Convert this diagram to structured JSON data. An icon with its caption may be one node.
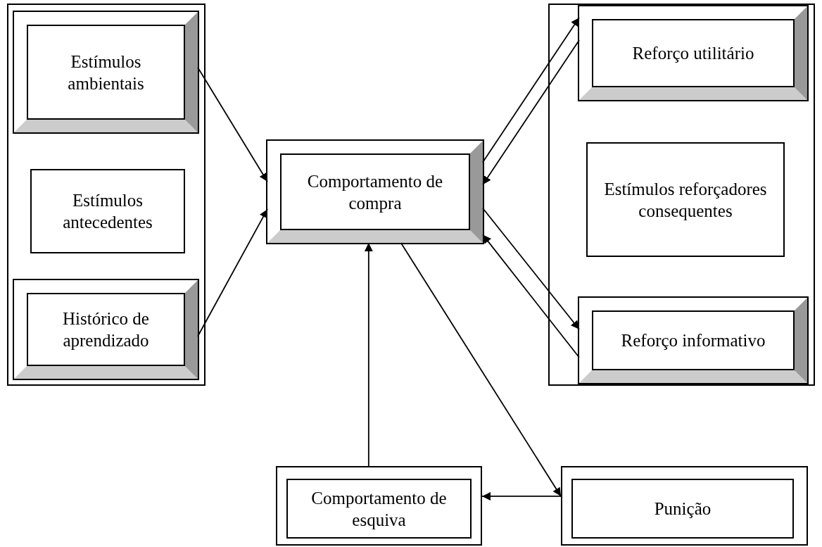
{
  "diagram": {
    "nodes": [
      {
        "text": [],
        "shape": "box"
      },
      {
        "text": [
          "Estímulos ambientais"
        ],
        "in": 0
      },
      {
        "text": [
          "Estímulos antecedentes"
        ],
        "in": 0
      },
      {
        "text": [
          "Histórico de aprendizado"
        ],
        "in": 0
      },
      {
        "text": [
          "Comportamento de compra"
        ]
      },
      {
        "text": [],
        "shape": "box"
      },
      {
        "text": [
          "Reforço utilitário"
        ],
        "in": 5
      },
      {
        "text": [
          "Estímulos reforçadores consequentes"
        ],
        "in": 5
      },
      {
        "text": [
          "Reforço informativo"
        ],
        "in": 5
      },
      {
        "text": [],
        "shape": "box"
      },
      {
        "text": [
          "Comportamento de esquiva"
        ],
        "in": 9
      },
      {
        "text": [],
        "shape": "box"
      },
      {
        "text": [
          "Punição"
        ],
        "in": 11
      }
    ],
    "edges": [
      {
        "from": 1,
        "to": 4,
        "arrow": "to"
      },
      {
        "from": 3,
        "to": 4,
        "arrow": "to"
      },
      {
        "from": 4,
        "to": 6,
        "arrow": "to"
      },
      {
        "from": 6,
        "to": 4,
        "arrow": "to"
      },
      {
        "from": 4,
        "to": 8,
        "arrow": "to"
      },
      {
        "from": 8,
        "to": 4,
        "arrow": "to"
      },
      {
        "from": 4,
        "to": 11,
        "arrow": "to"
      },
      {
        "from": 11,
        "to": 9,
        "arrow": "to"
      },
      {
        "from": 9,
        "to": 4,
        "arrow": "to"
      }
    ]
  }
}
